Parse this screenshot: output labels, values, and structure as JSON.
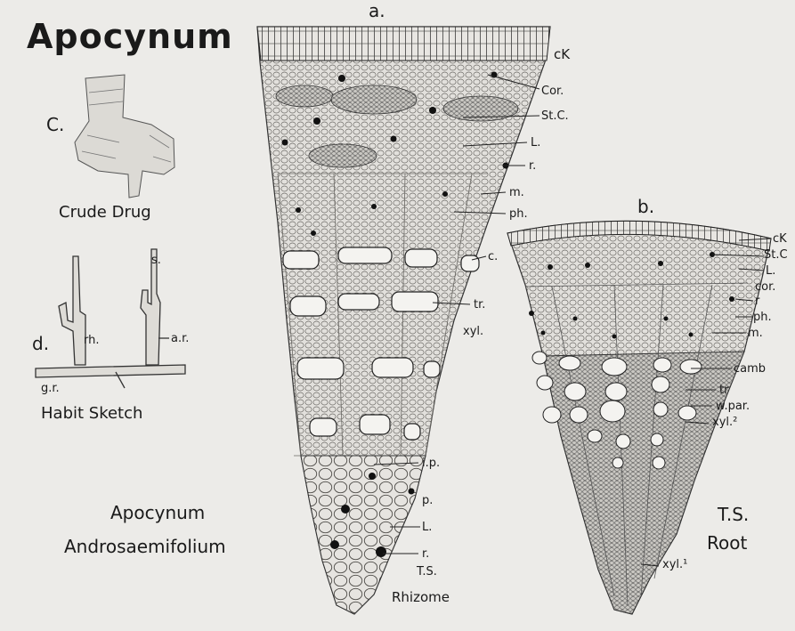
{
  "plate": {
    "title": "Apocynum",
    "species": [
      "Apocynum",
      "Androsaemifolium"
    ],
    "panel_c": {
      "letter": "C.",
      "caption": "Crude Drug"
    },
    "panel_d": {
      "letter": "d.",
      "caption": "Habit Sketch",
      "labels": {
        "s": "s.",
        "rh": "rh.",
        "ar": "a.r.",
        "gr": "g.r."
      }
    },
    "panel_a": {
      "letter": "a.",
      "labels": {
        "ck": "cK",
        "cor": "Cor.",
        "stc": "St.C.",
        "l": "L.",
        "r": "r.",
        "m": "m.",
        "ph": "ph.",
        "c": "c.",
        "tr": "tr.",
        "xyl": "xyl.",
        "ip": "i.p.",
        "p": "p.",
        "l2": "L.",
        "r2": "r."
      },
      "caption": [
        "T.S.",
        "Rhizome"
      ]
    },
    "panel_b": {
      "letter": "b.",
      "labels": {
        "ck": "cK",
        "stc": "St.C",
        "l": "L.",
        "cor": "cor.",
        "r": "r",
        "ph": "ph.",
        "m": "m.",
        "camb": "camb",
        "tr": "tr",
        "wpar": "w.par.",
        "xyl2": "xyl.²",
        "xyl1": "xyl.¹"
      },
      "caption": [
        "T.S.",
        "Root"
      ]
    }
  },
  "colors": {
    "paper": "#ecebe8",
    "ink": "#1a1a1a",
    "tissue": "#d6d4cf",
    "tissue_dark": "#a9a7a2"
  }
}
